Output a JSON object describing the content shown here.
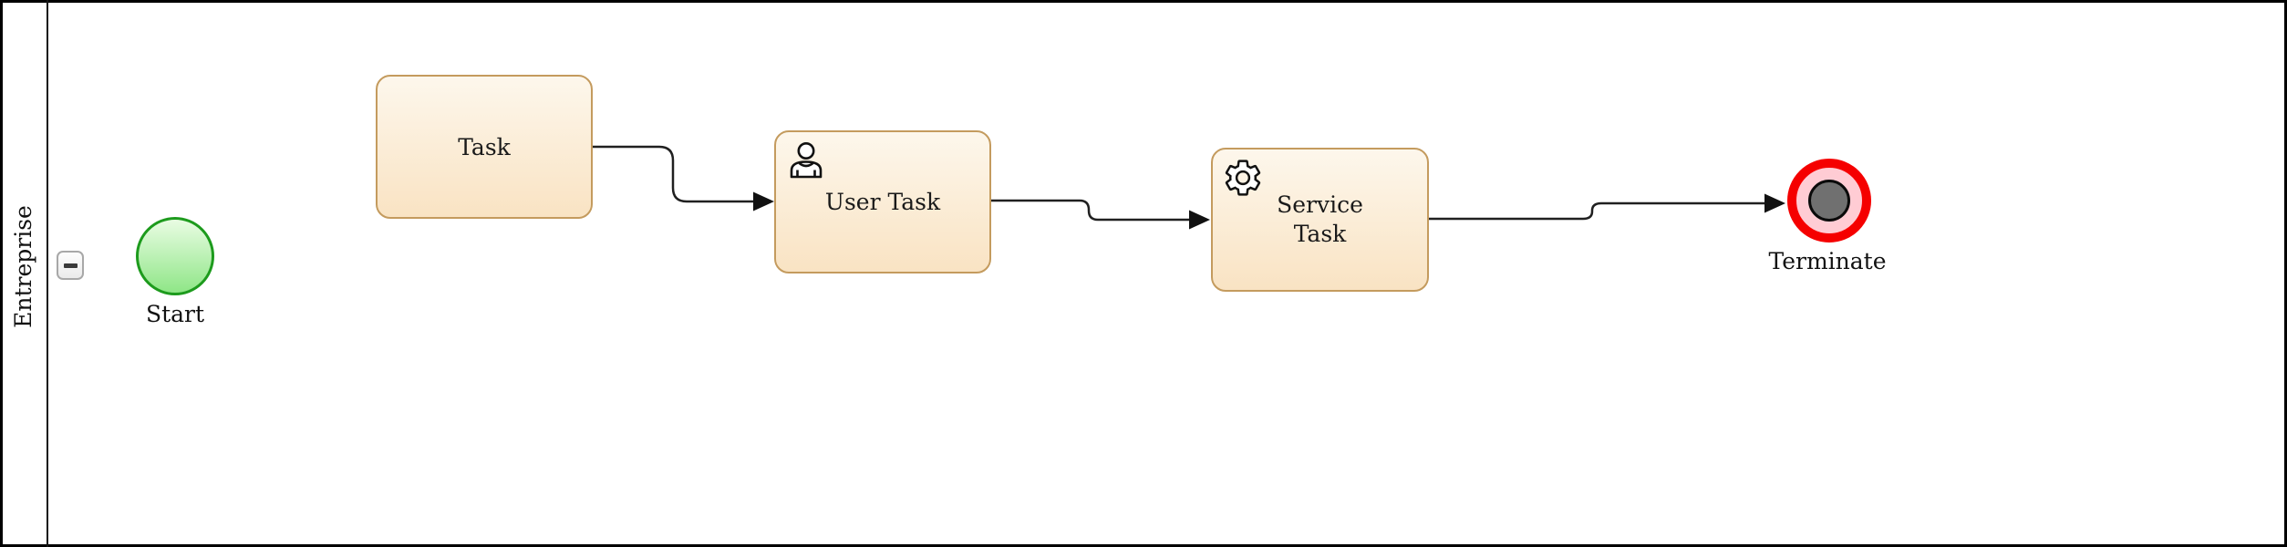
{
  "pool": {
    "label": "Entreprise",
    "collapse_icon": "minus"
  },
  "nodes": {
    "start": {
      "type": "start-event",
      "label": "Start"
    },
    "task": {
      "type": "task",
      "label": "Task"
    },
    "user_task": {
      "type": "user-task",
      "label": "User Task",
      "icon": "user-icon"
    },
    "service_task": {
      "type": "service-task",
      "label": "Service Task",
      "icon": "gear-icon"
    },
    "terminate": {
      "type": "terminate-end-event",
      "label": "Terminate"
    }
  },
  "flows": [
    {
      "from": "task",
      "to": "user_task"
    },
    {
      "from": "user_task",
      "to": "service_task"
    },
    {
      "from": "service_task",
      "to": "terminate"
    }
  ],
  "colors": {
    "canvas_bg": "#ffffff",
    "pool_border": "#000000",
    "task_fill_top": "#fdf7ec",
    "task_fill_bottom": "#f9e3c3",
    "task_border": "#c49b5e",
    "start_fill_top": "#e9fce3",
    "start_fill_bottom": "#8fe687",
    "start_border": "#1d9b1d",
    "terminate_ring": "#f50000",
    "terminate_fill": "#ffccd4",
    "terminate_inner": "#707070",
    "flow_stroke": "#202020",
    "text": "#111111"
  }
}
